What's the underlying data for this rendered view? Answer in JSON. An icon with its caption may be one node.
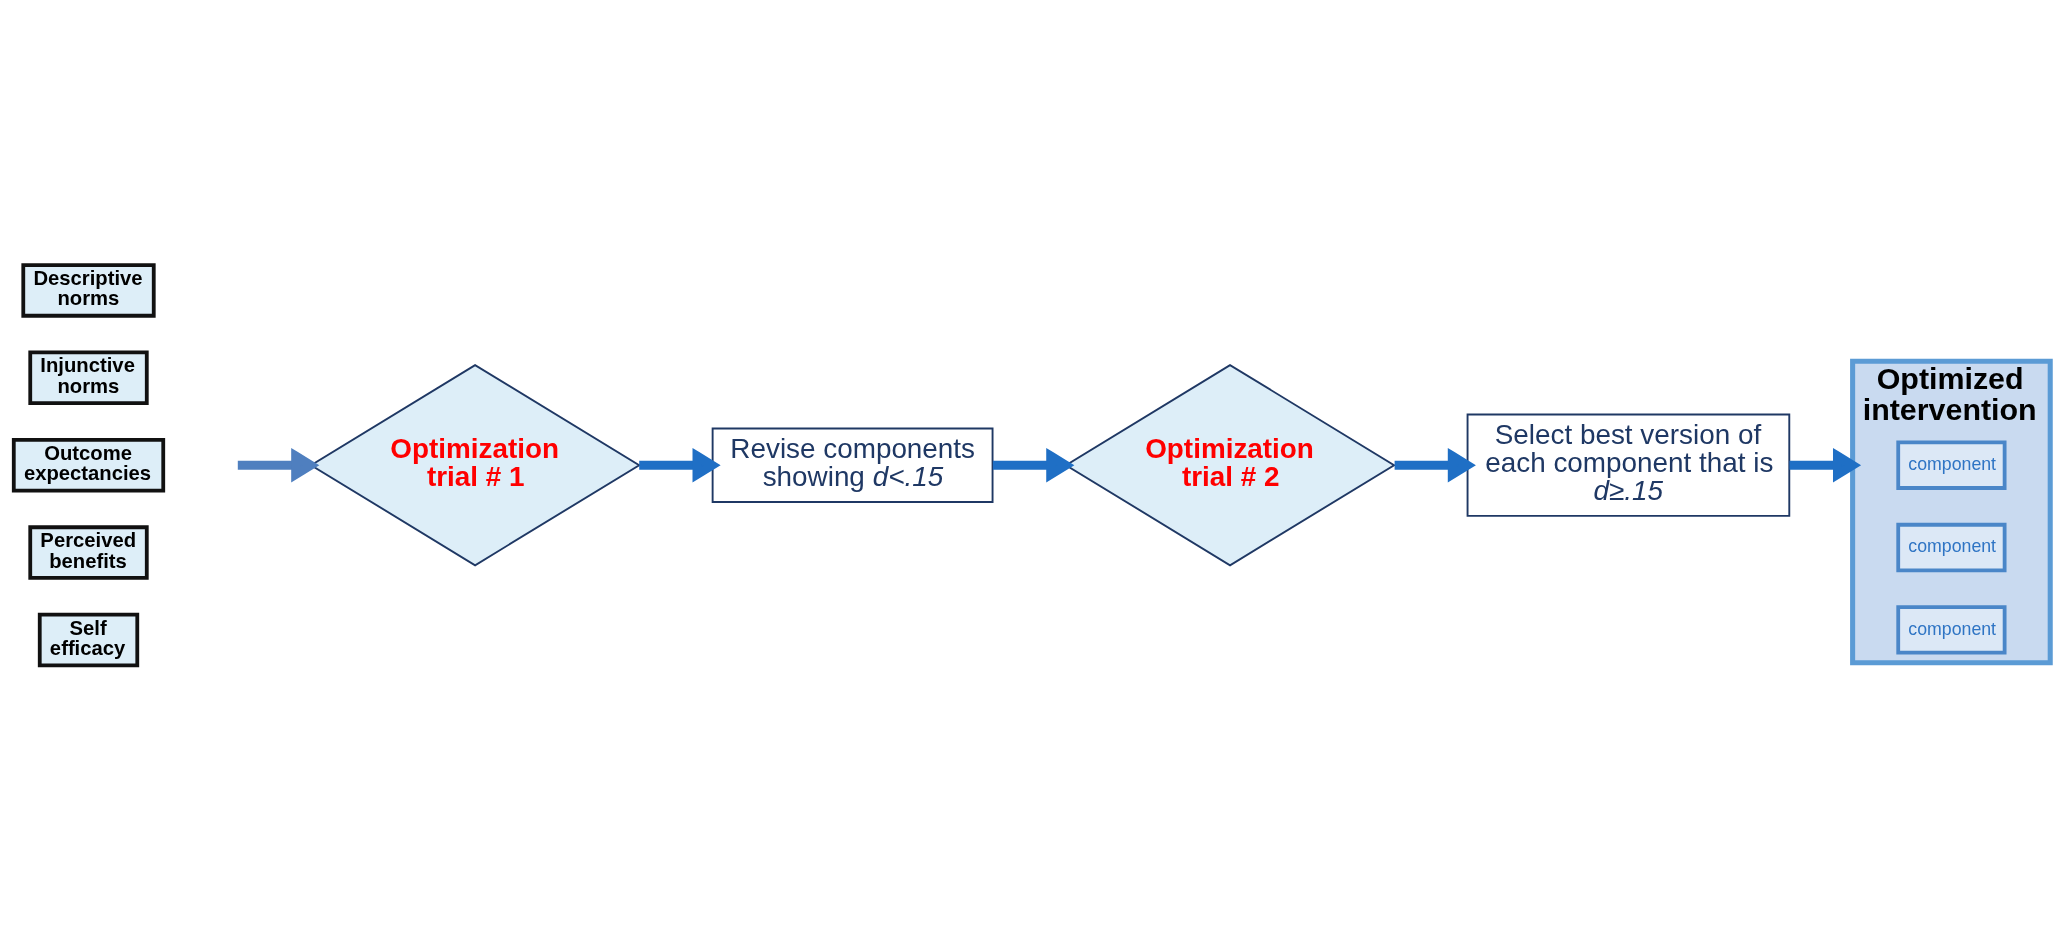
{
  "diagram": {
    "nodes": [
      {
        "text": [
          "Descriptive norms"
        ]
      },
      {
        "text": [
          "Injunctive norms"
        ]
      },
      {
        "text": [
          "Outcome expectancies"
        ]
      },
      {
        "text": [
          "Perceived benefits"
        ]
      },
      {
        "text": [
          "Self efficacy"
        ]
      },
      {
        "text": [
          "Optimization trial # 1"
        ]
      },
      {
        "text": [
          "Revise components showing *d<.15*"
        ]
      },
      {
        "text": [
          "Optimization trial # 2"
        ]
      },
      {
        "text": [
          "Select best version of each component that is *d≥.15*"
        ]
      },
      {
        "text": [
          "Optimized intervention"
        ]
      },
      {
        "text": [
          "component"
        ],
        "in": 9
      },
      {
        "text": [
          "component"
        ],
        "in": 9
      },
      {
        "text": [
          "component"
        ],
        "in": 9
      }
    ],
    "edges": [
      {
        "from": null,
        "to": 5,
        "arrow": "to",
        "color": "#4f7fbf"
      },
      {
        "from": 5,
        "to": 6,
        "arrow": "to"
      },
      {
        "from": 6,
        "to": 7,
        "arrow": "to"
      },
      {
        "from": 7,
        "to": 8,
        "arrow": "to"
      },
      {
        "from": 8,
        "to": 9,
        "arrow": "to"
      }
    ]
  }
}
